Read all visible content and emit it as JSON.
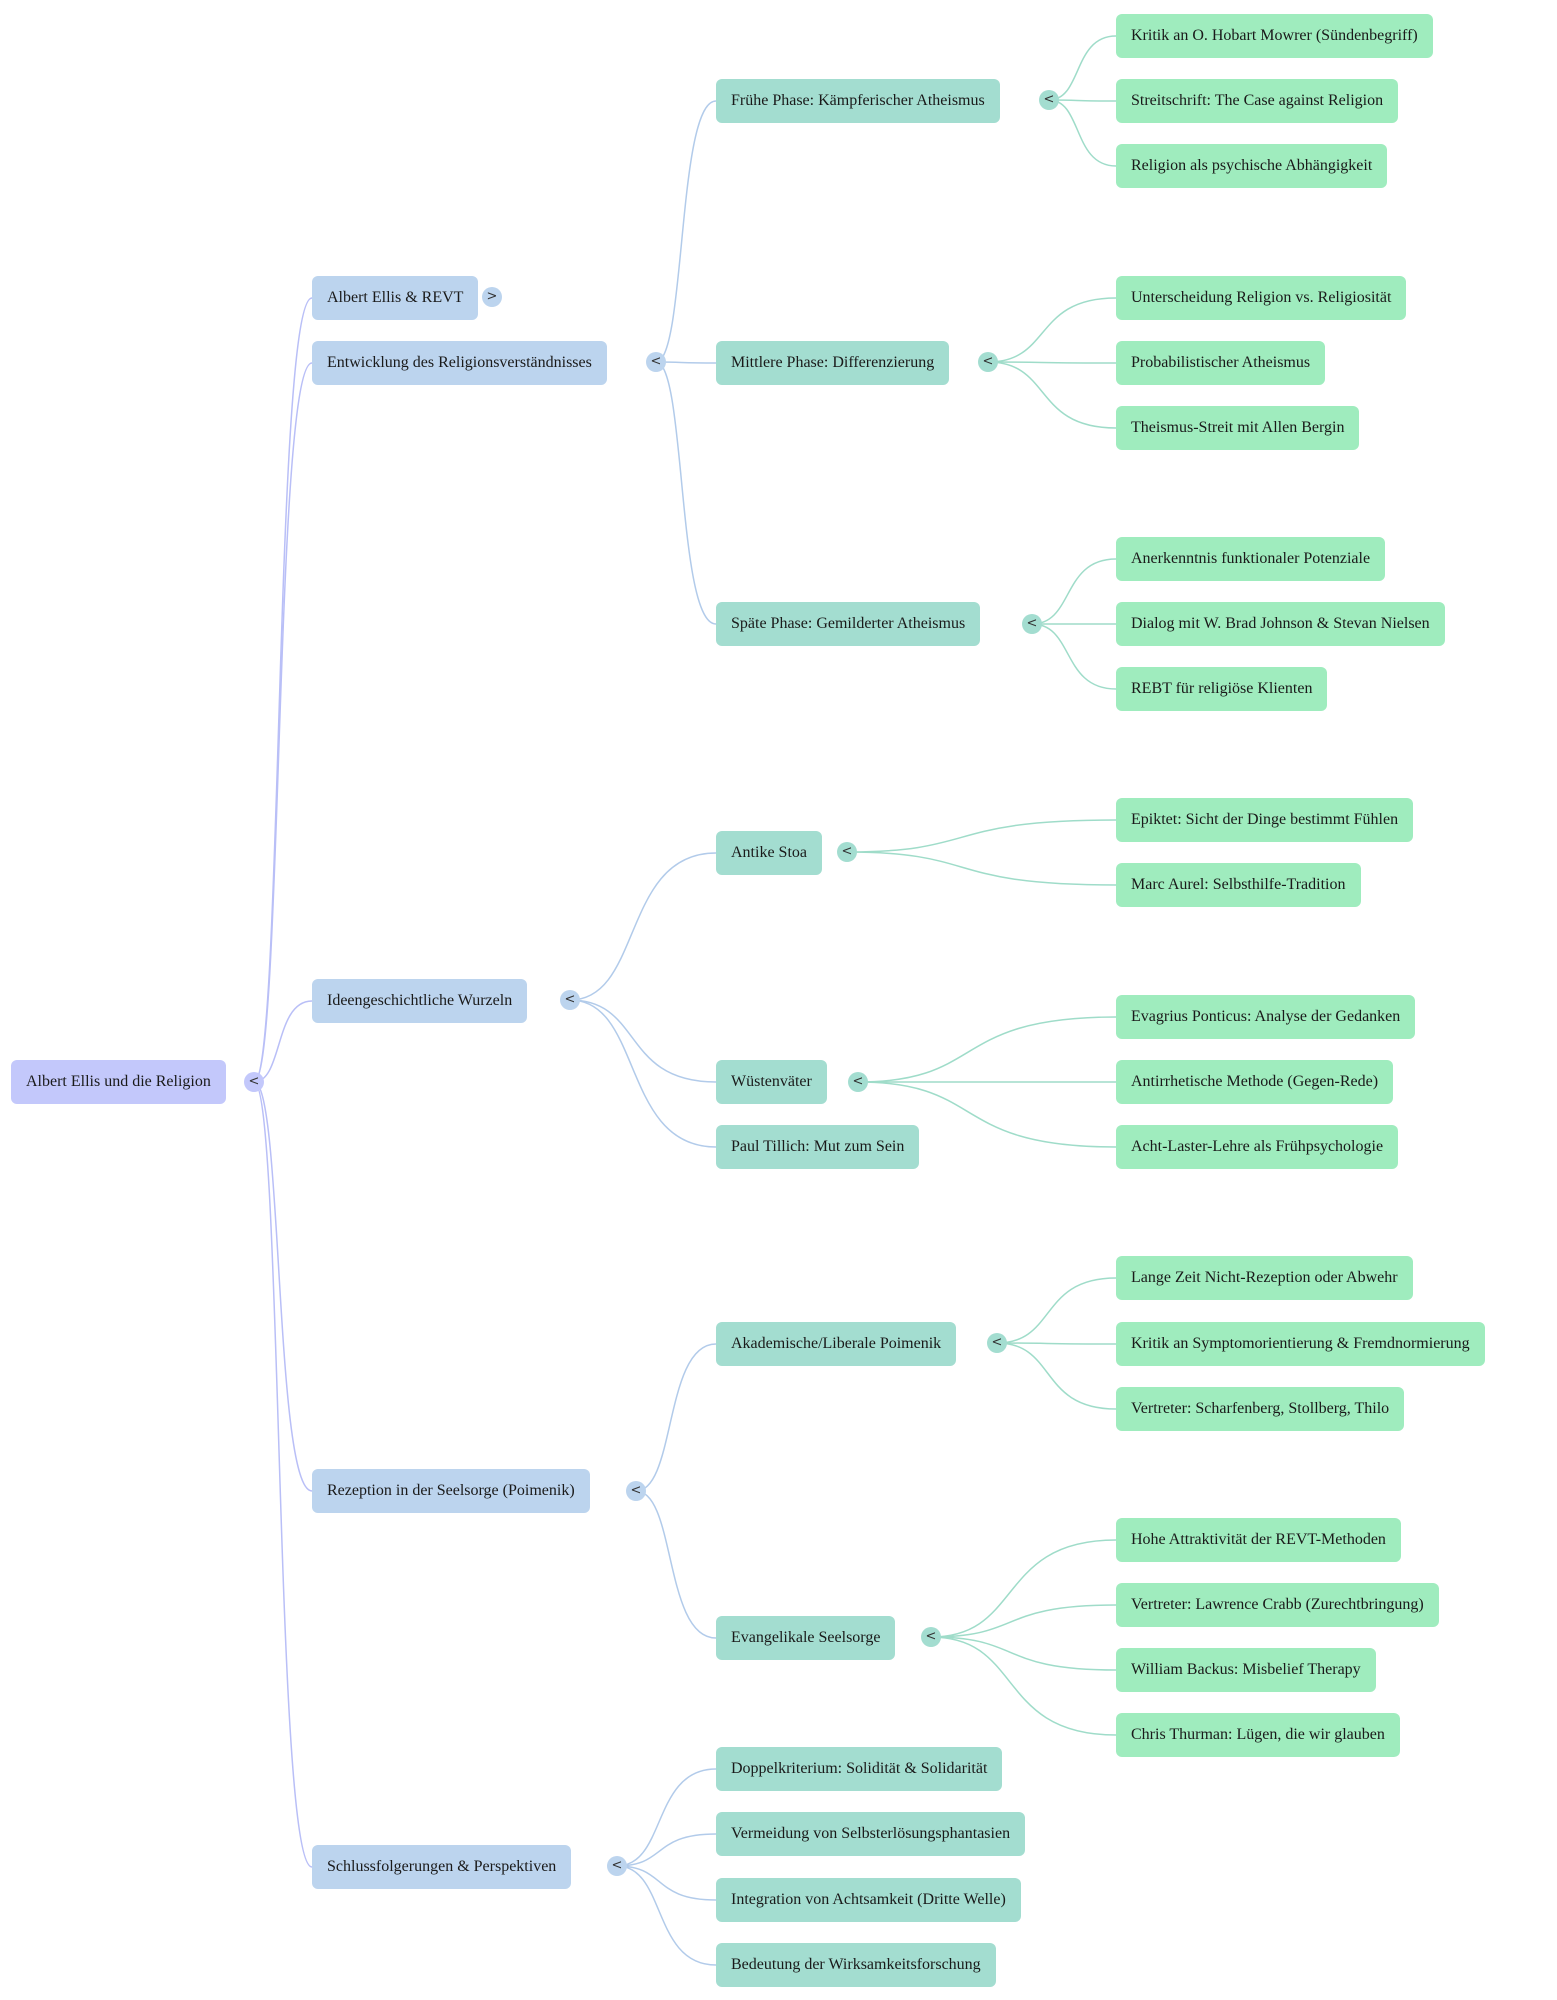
{
  "title": "Albert Ellis und die Religion",
  "colors": {
    "root": "#c3c8fb",
    "level1": "#bcd4ee",
    "level2": "#a3ddd0",
    "level3": "#9fecbe",
    "edge_root": "#b9bff7",
    "edge_level1": "#b2cbea",
    "edge_level2": "#9fdcc9"
  },
  "toggle_icons": {
    "expanded": "<",
    "collapsed": ">"
  },
  "root": {
    "label": "Albert Ellis und die Religion",
    "state": "expanded",
    "children": [
      {
        "label": "Albert Ellis & REVT",
        "state": "collapsed",
        "children": []
      },
      {
        "label": "Entwicklung des Religionsverständnisses",
        "state": "expanded",
        "children": [
          {
            "label": "Frühe Phase: Kämpferischer Atheismus",
            "state": "expanded",
            "children": [
              {
                "label": "Kritik an O. Hobart Mowrer (Sündenbegriff)"
              },
              {
                "label": "Streitschrift: The Case against Religion"
              },
              {
                "label": "Religion als psychische Abhängigkeit"
              }
            ]
          },
          {
            "label": "Mittlere Phase: Differenzierung",
            "state": "expanded",
            "children": [
              {
                "label": "Unterscheidung Religion vs. Religiosität"
              },
              {
                "label": "Probabilistischer Atheismus"
              },
              {
                "label": "Theismus-Streit mit Allen Bergin"
              }
            ]
          },
          {
            "label": "Späte Phase: Gemilderter Atheismus",
            "state": "expanded",
            "children": [
              {
                "label": "Anerkenntnis funktionaler Potenziale"
              },
              {
                "label": "Dialog mit W. Brad Johnson & Stevan Nielsen"
              },
              {
                "label": "REBT für religiöse Klienten"
              }
            ]
          }
        ]
      },
      {
        "label": "Ideengeschichtliche Wurzeln",
        "state": "expanded",
        "children": [
          {
            "label": "Antike Stoa",
            "state": "expanded",
            "children": [
              {
                "label": "Epiktet: Sicht der Dinge bestimmt Fühlen"
              },
              {
                "label": "Marc Aurel: Selbsthilfe-Tradition"
              }
            ]
          },
          {
            "label": "Wüstenväter",
            "state": "expanded",
            "children": [
              {
                "label": "Evagrius Ponticus: Analyse der Gedanken"
              },
              {
                "label": "Antirrhetische Methode (Gegen-Rede)"
              },
              {
                "label": "Acht-Laster-Lehre als Frühpsychologie"
              }
            ]
          },
          {
            "label": "Paul Tillich: Mut zum Sein"
          }
        ]
      },
      {
        "label": "Rezeption in der Seelsorge (Poimenik)",
        "state": "expanded",
        "children": [
          {
            "label": "Akademische/Liberale Poimenik",
            "state": "expanded",
            "children": [
              {
                "label": "Lange Zeit Nicht-Rezeption oder Abwehr"
              },
              {
                "label": "Kritik an Symptomorientierung & Fremdnormierung"
              },
              {
                "label": "Vertreter: Scharfenberg, Stollberg, Thilo"
              }
            ]
          },
          {
            "label": "Evangelikale Seelsorge",
            "state": "expanded",
            "children": [
              {
                "label": "Hohe Attraktivität der REVT-Methoden"
              },
              {
                "label": "Vertreter: Lawrence Crabb (Zurechtbringung)"
              },
              {
                "label": "William Backus: Misbelief Therapy"
              },
              {
                "label": "Chris Thurman: Lügen, die wir glauben"
              }
            ]
          }
        ]
      },
      {
        "label": "Schlussfolgerungen & Perspektiven",
        "state": "expanded",
        "children": [
          {
            "label": "Doppelkriterium: Solidität & Solidarität"
          },
          {
            "label": "Vermeidung von Selbsterlösungsphantasien"
          },
          {
            "label": "Integration von Achtsamkeit (Dritte Welle)"
          },
          {
            "label": "Bedeutung der Wirksamkeitsforschung"
          }
        ]
      }
    ]
  }
}
